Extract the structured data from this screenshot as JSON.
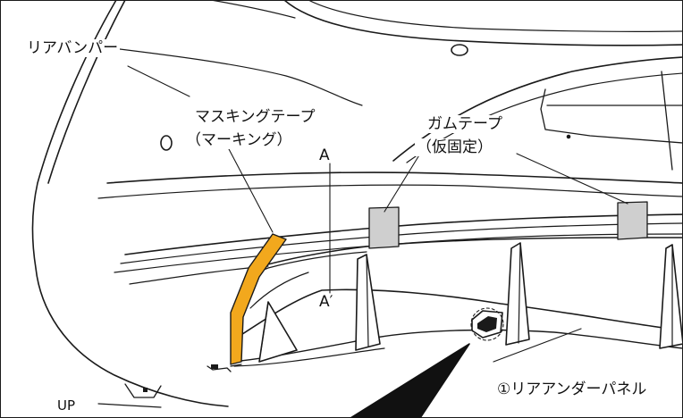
{
  "labels": {
    "rear_bumper": "リアバンパー",
    "masking_tape": "マスキングテープ",
    "masking_tape_note": "（マーキング）",
    "gum_tape": "ガムテープ",
    "gum_tape_note": "（仮固定）",
    "section_a": "A",
    "section_a_prime": "A′",
    "rear_under_panel": "①リアアンダーパネル",
    "up": "UP"
  },
  "colors": {
    "masking_tape": "#f2a81d",
    "gum_tape": "#cfcfcf",
    "line": "#1a1a1a"
  }
}
